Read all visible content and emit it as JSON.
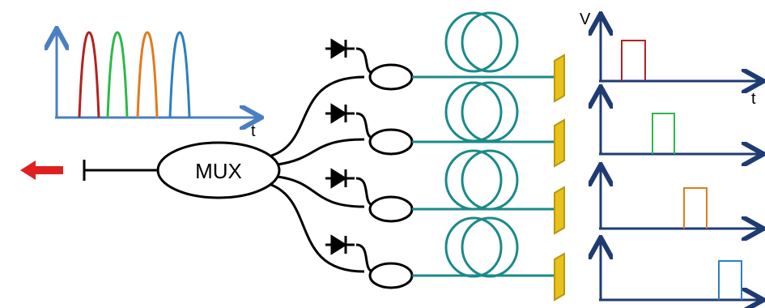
{
  "labels": {
    "mux": "MUX",
    "time_axis": "t",
    "voltage_axis": "V",
    "channel_time_axis": "t"
  },
  "colors": {
    "axis_blue": "#4a7fc1",
    "dark_axis": "#1f3b73",
    "fiber_teal": "#1a8a8a",
    "mirror_yellow": "#e8c21a",
    "mirror_edge": "#b8960e",
    "arrow_red": "#e02020",
    "line_black": "#000000",
    "pulse_colors": [
      "#b22222",
      "#2eb84a",
      "#e07b20",
      "#2c7fc0"
    ]
  },
  "icons": {
    "output_arrow": "left-arrow-icon",
    "detector": "photodiode-icon",
    "coil": "fiber-coil-icon",
    "mirror": "mirror-icon"
  },
  "channels": [
    {
      "color": "#b22222",
      "pulse_delay": 1
    },
    {
      "color": "#2eb84a",
      "pulse_delay": 2
    },
    {
      "color": "#e07b20",
      "pulse_delay": 3
    },
    {
      "color": "#2c7fc0",
      "pulse_delay": 4
    }
  ]
}
